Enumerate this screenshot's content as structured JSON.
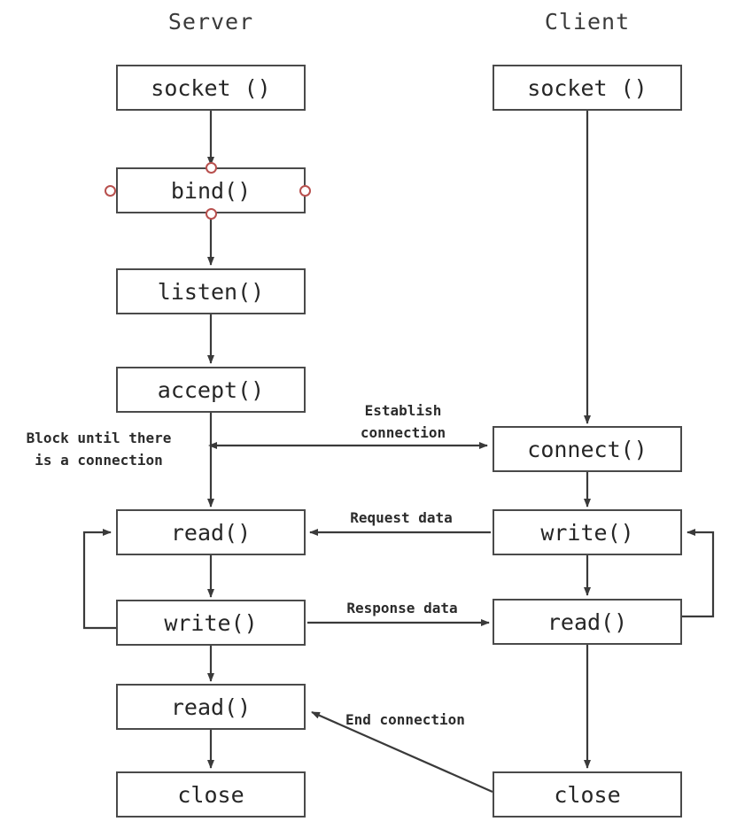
{
  "diagram": {
    "title_server": "Server",
    "title_client": "Client",
    "columns": [
      {
        "name": "server",
        "label": "Server",
        "nodes": [
          {
            "id": "server-socket",
            "label": "socket ()"
          },
          {
            "id": "server-bind",
            "label": "bind()"
          },
          {
            "id": "server-listen",
            "label": "listen()"
          },
          {
            "id": "server-accept",
            "label": "accept()"
          },
          {
            "id": "server-read-1",
            "label": "read()"
          },
          {
            "id": "server-write",
            "label": "write()"
          },
          {
            "id": "server-read-2",
            "label": "read()"
          },
          {
            "id": "server-close",
            "label": "close"
          }
        ]
      },
      {
        "name": "client",
        "label": "Client",
        "nodes": [
          {
            "id": "client-socket",
            "label": "socket ()"
          },
          {
            "id": "client-connect",
            "label": "connect()"
          },
          {
            "id": "client-write",
            "label": "write()"
          },
          {
            "id": "client-read",
            "label": "read()"
          },
          {
            "id": "client-close",
            "label": "close"
          }
        ]
      }
    ],
    "edge_labels": {
      "block_line1": "Block until there",
      "block_line2": "is a connection",
      "establish_line1": "Establish",
      "establish_line2": "connection",
      "request_data": "Request data",
      "response_data": "Response data",
      "end_connection": "End connection"
    },
    "selection": {
      "selected_node": "server-bind",
      "handle_color": "#b8504e",
      "handles": [
        "top",
        "bottom",
        "left",
        "right"
      ]
    },
    "colors": {
      "box_border": "#4a4a4a",
      "arrow": "#3a3a3a",
      "text": "#262626",
      "background": "#ffffff"
    }
  }
}
